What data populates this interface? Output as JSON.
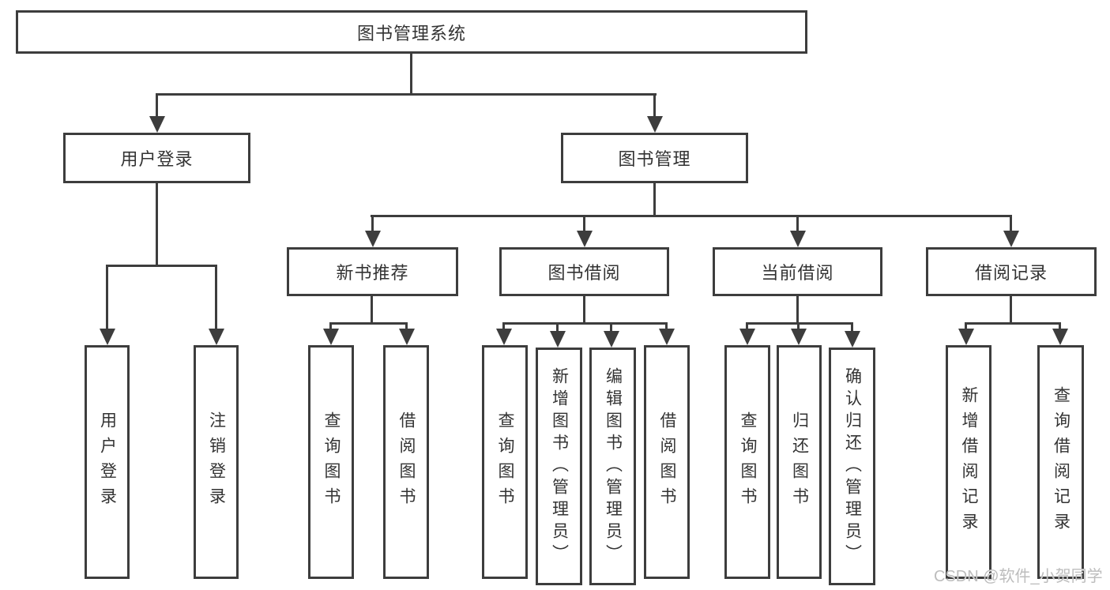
{
  "colors": {
    "line": "#3d3d3d",
    "border": "#3d3d3d",
    "text": "#333333",
    "background": "#ffffff",
    "watermark": "#bdbdbd"
  },
  "watermark": {
    "text": "CSDN @软件_小贺同学"
  },
  "tree": {
    "label": "图书管理系统",
    "children": [
      {
        "label": "用户登录",
        "children": [
          {
            "label": "用户登录"
          },
          {
            "label": "注销登录"
          }
        ]
      },
      {
        "label": "图书管理",
        "children": [
          {
            "label": "新书推荐",
            "children": [
              {
                "label": "查询图书"
              },
              {
                "label": "借阅图书"
              }
            ]
          },
          {
            "label": "图书借阅",
            "children": [
              {
                "label": "查询图书"
              },
              {
                "label": "新增图书（管理员）"
              },
              {
                "label": "编辑图书（管理员）"
              },
              {
                "label": "借阅图书"
              }
            ]
          },
          {
            "label": "当前借阅",
            "children": [
              {
                "label": "查询图书"
              },
              {
                "label": "归还图书"
              },
              {
                "label": "确认归还（管理员）"
              }
            ]
          },
          {
            "label": "借阅记录",
            "children": [
              {
                "label": "新增借阅记录"
              },
              {
                "label": "查询借阅记录"
              }
            ]
          }
        ]
      }
    ]
  }
}
